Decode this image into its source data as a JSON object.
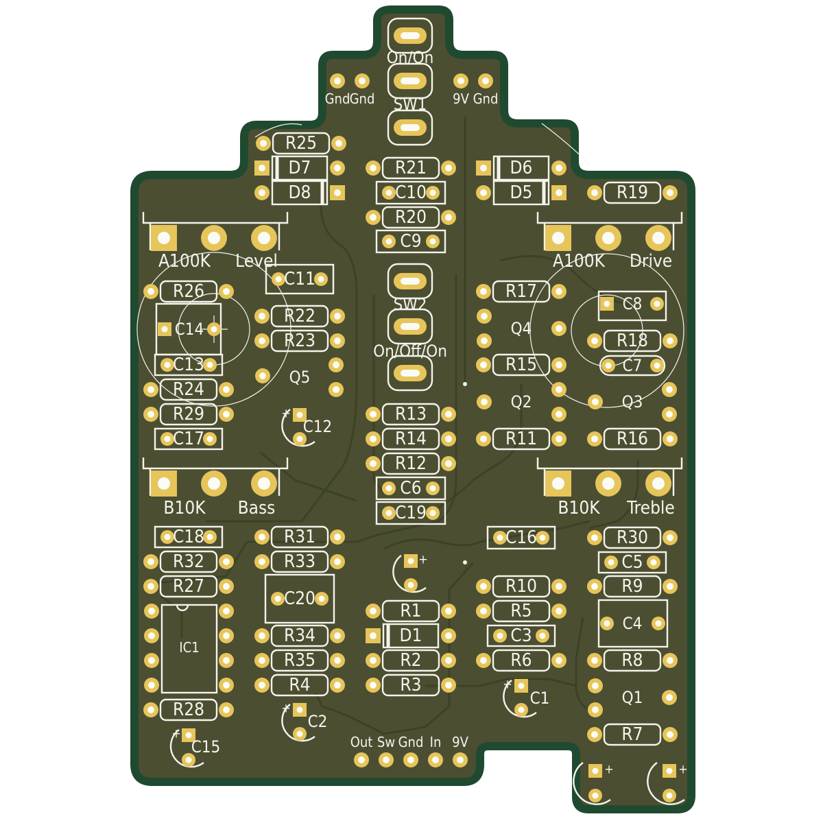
{
  "colors": {
    "edge": "#1f4a30",
    "board": "#4c4e32",
    "trace": "#3c4226",
    "silkscreen": "#f4f4ec",
    "pad": "#e6c55a",
    "hole": "#fbfbf6"
  },
  "switches": [
    {
      "ref": "SW1",
      "type": "On/On"
    },
    {
      "ref": "SW2",
      "type": "On/Off/On"
    }
  ],
  "pots": [
    {
      "value": "A100K",
      "name": "Level"
    },
    {
      "value": "A100K",
      "name": "Drive"
    },
    {
      "value": "B10K",
      "name": "Bass"
    },
    {
      "value": "B10K",
      "name": "Treble"
    }
  ],
  "top_pad_labels": [
    "Gnd",
    "Gnd",
    "9V",
    "Gnd"
  ],
  "io_pad_labels": [
    "Out",
    "Sw",
    "Gnd",
    "In",
    "9V"
  ],
  "resistors": [
    "R1",
    "R2",
    "R3",
    "R4",
    "R5",
    "R6",
    "R7",
    "R8",
    "R9",
    "R10",
    "R11",
    "R12",
    "R13",
    "R14",
    "R15",
    "R16",
    "R17",
    "R18",
    "R19",
    "R20",
    "R21",
    "R22",
    "R23",
    "R24",
    "R25",
    "R26",
    "R27",
    "R28",
    "R29",
    "R30",
    "R31",
    "R32",
    "R33",
    "R34",
    "R35"
  ],
  "capacitors": [
    "C1",
    "C2",
    "C3",
    "C4",
    "C5",
    "C6",
    "C7",
    "C8",
    "C9",
    "C10",
    "C11",
    "C12",
    "C13",
    "C14",
    "C15",
    "C16",
    "C17",
    "C18",
    "C19",
    "C20"
  ],
  "diodes": [
    "D1",
    "D5",
    "D6",
    "D7",
    "D8"
  ],
  "transistors": [
    "Q1",
    "Q2",
    "Q3",
    "Q4",
    "Q5"
  ],
  "ics": [
    "IC1"
  ],
  "polarity_mark": "+"
}
